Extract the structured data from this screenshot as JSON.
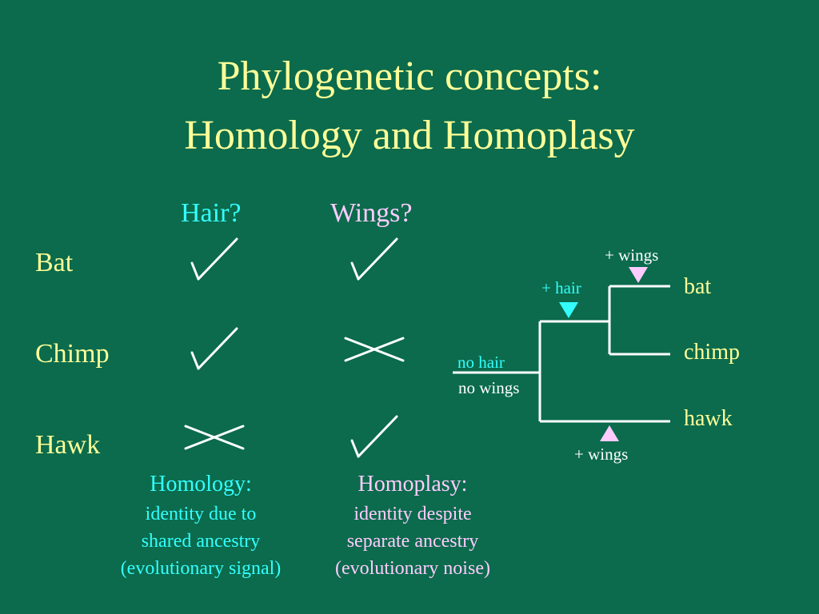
{
  "title": {
    "line1": "Phylogenetic concepts:",
    "line2": "Homology and Homoplasy"
  },
  "columns": [
    {
      "label": "Hair?",
      "color": "#33ffff"
    },
    {
      "label": "Wings?",
      "color": "#ffccff"
    }
  ],
  "rows": [
    {
      "label": "Bat",
      "hair": "check",
      "wings": "check"
    },
    {
      "label": "Chimp",
      "hair": "check",
      "wings": "cross"
    },
    {
      "label": "Hawk",
      "hair": "cross",
      "wings": "check"
    }
  ],
  "homology": {
    "heading": "Homology:",
    "lines": [
      "identity due to",
      "shared ancestry",
      "(evolutionary signal)"
    ],
    "color": "#33ffff"
  },
  "homoplasy": {
    "heading": "Homoplasy:",
    "lines": [
      "identity despite",
      "separate ancestry",
      "(evolutionary noise)"
    ],
    "color": "#ffccff"
  },
  "tree": {
    "taxa": [
      "bat",
      "chimp",
      "hawk"
    ],
    "root_label_line1": "no hair",
    "root_label_line2": "no wings",
    "hair_event": "+ hair",
    "wings_event_bat": "+ wings",
    "wings_event_hawk": "+ wings",
    "hair_color": "#33ffff",
    "wings_color": "#ffccff",
    "line_color": "#ffffff"
  },
  "colors": {
    "background": "#0b6b4c",
    "title": "#ffff99",
    "mark": "#ffffff"
  }
}
